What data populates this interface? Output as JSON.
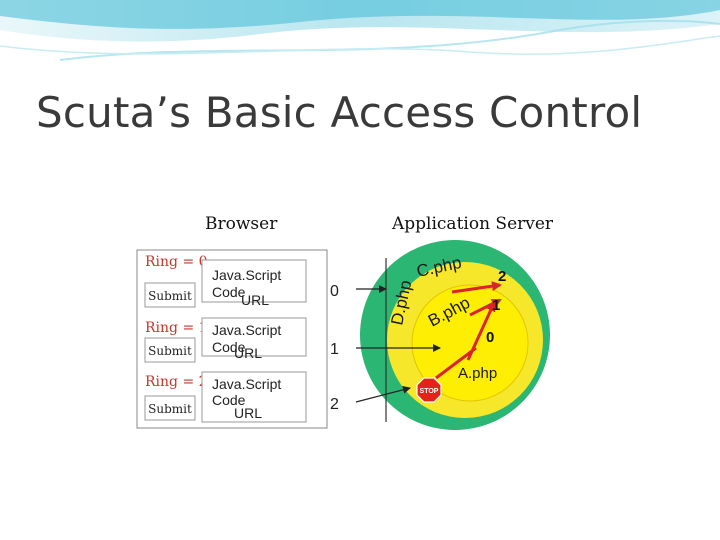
{
  "title": "Scuta’s Basic Access Control",
  "browser_label": "Browser",
  "server_label": "Application Server",
  "rings": [
    {
      "label": "Ring = 0",
      "submit": "Submit",
      "code_line1": "Java.Script",
      "code_line2": "Code",
      "url": "URL",
      "number": "0"
    },
    {
      "label": "Ring = 1",
      "submit": "Submit",
      "code_line1": "Java.Script",
      "code_line2": "Code",
      "url": "URL",
      "number": "1"
    },
    {
      "label": "Ring = 2",
      "submit": "Submit",
      "code_line1": "Java.Script",
      "code_line2": "Code",
      "url": "URL",
      "number": "2"
    }
  ],
  "server": {
    "files": {
      "c": "C.php",
      "d": "D.php",
      "b": "B.php",
      "a": "A.php"
    },
    "ring_numbers": {
      "outer": "2",
      "middle": "1",
      "inner": "0"
    },
    "stop_sign": "STOP"
  },
  "colors": {
    "ring_outer": "#2bb673",
    "ring_middle": "#f7e72a",
    "ring_inner": "#fdee04",
    "arrow_red": "#d9252a",
    "ring_label_red": "#c0392b",
    "stop": "#e2231a"
  }
}
